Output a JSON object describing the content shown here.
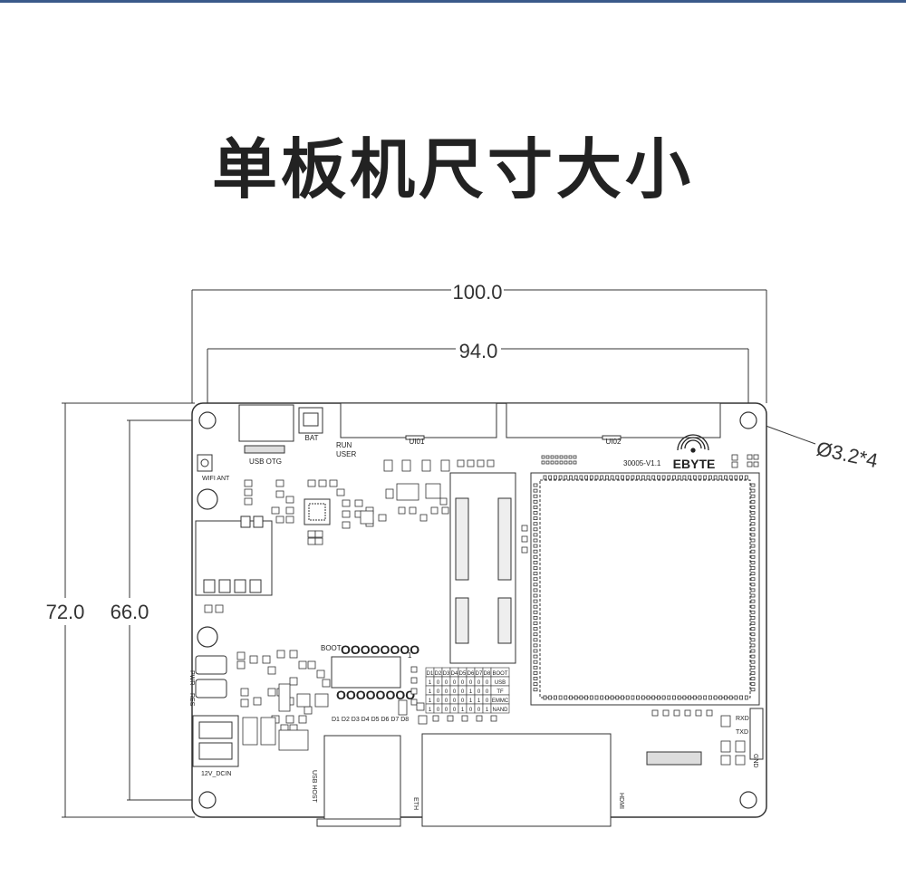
{
  "title": "单板机尺寸大小",
  "dimensions": {
    "outer_width": "100.0",
    "hole_width": "94.0",
    "outer_height": "72.0",
    "hole_height": "66.0",
    "hole_spec": "Ø3.2*4"
  },
  "silkscreen": {
    "usb_otg": "USB OTG",
    "bat": "BAT",
    "run": "RUN",
    "user": "USER",
    "ui01": "UI01",
    "ui02": "UI02",
    "board_id": "30005-V1.1",
    "brand": "EBYTE",
    "wifi_ant": "WIFI ANT",
    "boot": "BOOT",
    "pin1": "1",
    "pwr": "PWR",
    "res": "RES",
    "d_labels": "D1 D2 D3 D4 D5 D6 D7 D8",
    "dc_in": "12V_DCIN",
    "usb_host": "USB HOST",
    "eth": "ETH",
    "hdmi": "HDMI",
    "rxd": "RXD",
    "txd": "TXD",
    "gnd": "GND"
  },
  "boot_table": {
    "headers": [
      "D1",
      "D2",
      "D3",
      "D4",
      "D5",
      "D6",
      "D7",
      "D8",
      "BOOT"
    ],
    "rows": [
      [
        "1",
        "0",
        "0",
        "0",
        "0",
        "0",
        "0",
        "0",
        "USB"
      ],
      [
        "1",
        "0",
        "0",
        "0",
        "0",
        "1",
        "0",
        "0",
        "TF"
      ],
      [
        "1",
        "0",
        "0",
        "0",
        "0",
        "1",
        "1",
        "0",
        "EMMC"
      ],
      [
        "1",
        "0",
        "0",
        "0",
        "1",
        "0",
        "0",
        "1",
        "NAND"
      ]
    ]
  },
  "colors": {
    "line": "#333333",
    "title": "#222222",
    "accent_bar": "#3a5a8a"
  }
}
